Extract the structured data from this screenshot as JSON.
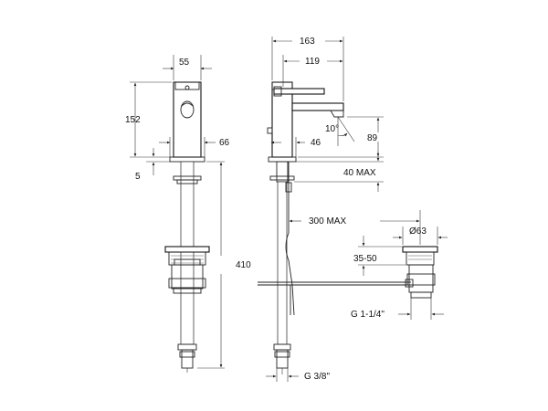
{
  "dimensions": {
    "front_width": "55",
    "front_height": "152",
    "front_base": "66",
    "front_plate": "5",
    "hose_length": "410",
    "side_reach_total": "163",
    "side_reach_spout": "119",
    "spout_angle": "10°",
    "spout_height": "89",
    "side_base": "46",
    "deck_thickness": "40 MAX",
    "rod_length": "300 MAX",
    "waste_diameter": "Ø63",
    "waste_range": "35-50",
    "waste_thread": "G 1-1/4\"",
    "hose_thread": "G 3/8\""
  }
}
